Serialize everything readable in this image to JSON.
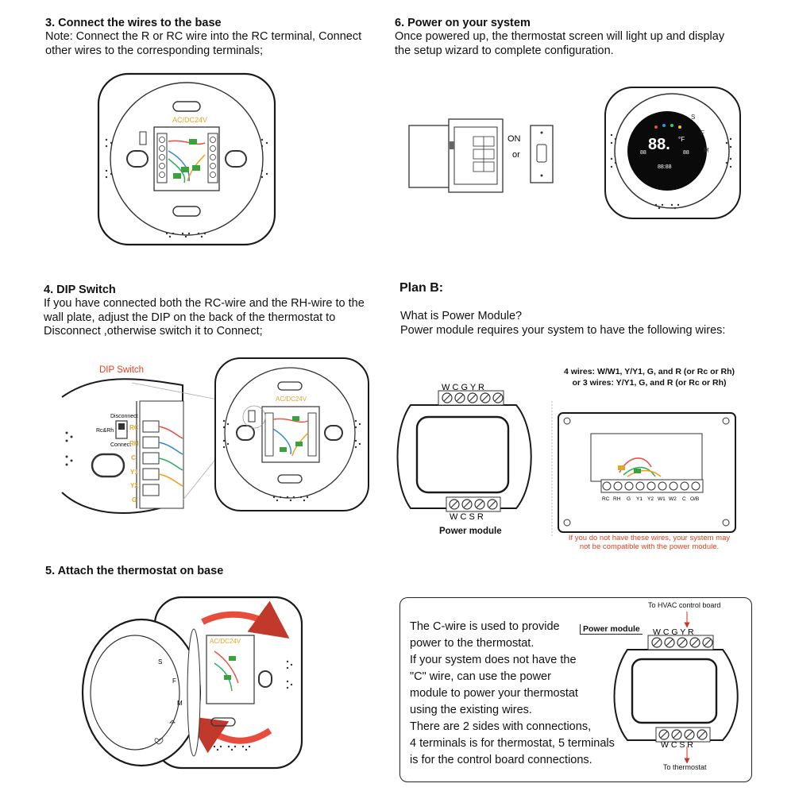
{
  "step3": {
    "title": "3. Connect the wires to the base",
    "line1": "Note: Connect the R or RC wire into the RC terminal, Connect",
    "line2": "other wires to the corresponding terminals;"
  },
  "step6": {
    "title": "6. Power on your system",
    "line1": "Once powered up, the thermostat screen will light up and display",
    "line2": "the setup wizard to complete  configuration.",
    "on_label": "ON",
    "or_label": "or"
  },
  "step4": {
    "title": "4. DIP Switch",
    "line1": "If you have connected both the RC-wire and the RH-wire to the",
    "line2": "wall plate, adjust the DIP on the back of the thermostat to",
    "line3": "Disconnect ,otherwise switch it to Connect;",
    "dip_label": "DIP Switch",
    "disconnect": "Disconnect",
    "rcrh": "Rc&Rh",
    "connect": "Connect",
    "terminals": [
      "RC",
      "RH",
      "C",
      "Y1",
      "Y2",
      "G"
    ]
  },
  "planb": {
    "title": "Plan B:",
    "line1": "What is Power Module?",
    "line2": "Power module requires your system to have the following wires:",
    "wires1": "4 wires: W/W1, Y/Y1, G, and R (or Rc or Rh)",
    "wires2": "or 3 wires: Y/Y1, G, and R (or Rc or Rh)",
    "module_caption": "Power module",
    "top_terms": "W C G Y R",
    "bottom_terms": "W C S R",
    "board_terms": [
      "RC",
      "RH",
      "G",
      "Y1",
      "Y2",
      "W1",
      "W2",
      "C",
      "O/B"
    ],
    "warn1": "If you do not have these wires, your system may",
    "warn2": "not be compatible with the power module."
  },
  "step5": {
    "title": "5. Attach the thermostat on base",
    "button_labels": [
      "S",
      "F",
      "M"
    ]
  },
  "cwire": {
    "lines": [
      "The C-wire is used to provide",
      "power to the thermostat.",
      "If your system does not have the",
      "\"C\" wire, can use the power",
      "module to power your thermostat",
      "using the existing wires.",
      "There are 2 sides with connections,",
      "4 terminals is for thermostat, 5 terminals",
      "is for the control board connections."
    ],
    "to_hvac": "To HVAC control board",
    "module_tag": "Power module",
    "top_terms": "W C G Y R",
    "bottom_terms": "W C S R",
    "to_thermostat": "To thermostat"
  },
  "base_label": "AC/DC24V",
  "colors": {
    "accent_red": "#e0411f",
    "label_yellow": "#e2a52a",
    "wire_green": "#3aa23a"
  }
}
